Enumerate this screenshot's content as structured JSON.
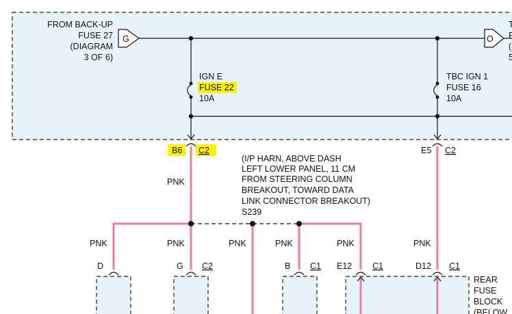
{
  "fuse_box": {
    "from_backup": [
      "FROM BACK-UP",
      "FUSE 27",
      "(DIAGRAM",
      "3 OF 6)"
    ],
    "connector_g": "G",
    "connector_o": "O",
    "right_clipped": [
      "T",
      "F",
      "(",
      "5"
    ],
    "fuse_left": {
      "name": "IGN E",
      "fuse": "FUSE 22",
      "rating": "10A"
    },
    "fuse_right": {
      "name": "TBC IGN 1",
      "fuse": "FUSE 16",
      "rating": "10A"
    }
  },
  "pins": {
    "b6": "B6",
    "c2_left": "C2",
    "e5": "E5",
    "c2_right": "C2"
  },
  "splice_note": [
    "(I/P HARN, ABOVE DASH",
    "LEFT LOWER PANEL, 11 CM",
    "FROM STEERING COLUMN",
    "BREAKOUT, TOWARD DATA",
    "LINK CONNECTOR BREAKOUT)",
    "S239"
  ],
  "wire_colors": {
    "vertical_left": "PNK",
    "drop1": "PNK",
    "drop2": "PNK",
    "drop3": "PNK",
    "drop4": "PNK",
    "drop5": "PNK",
    "drop6": "PNK"
  },
  "bottom_pins": {
    "d": "D",
    "g": "G",
    "g_conn": "C2",
    "b": "B",
    "b_conn": "C1",
    "e12": "E12",
    "e12_conn": "C1",
    "d12": "D12",
    "d12_conn": "C1"
  },
  "rear_fuse_block": [
    "REAR",
    "FUSE",
    "BLOCK",
    "(BELOW"
  ],
  "colors": {
    "box_fill": "#e6f3fb",
    "wire_pink": "#f07a9a",
    "line": "#111111",
    "highlight": "#fff200"
  }
}
